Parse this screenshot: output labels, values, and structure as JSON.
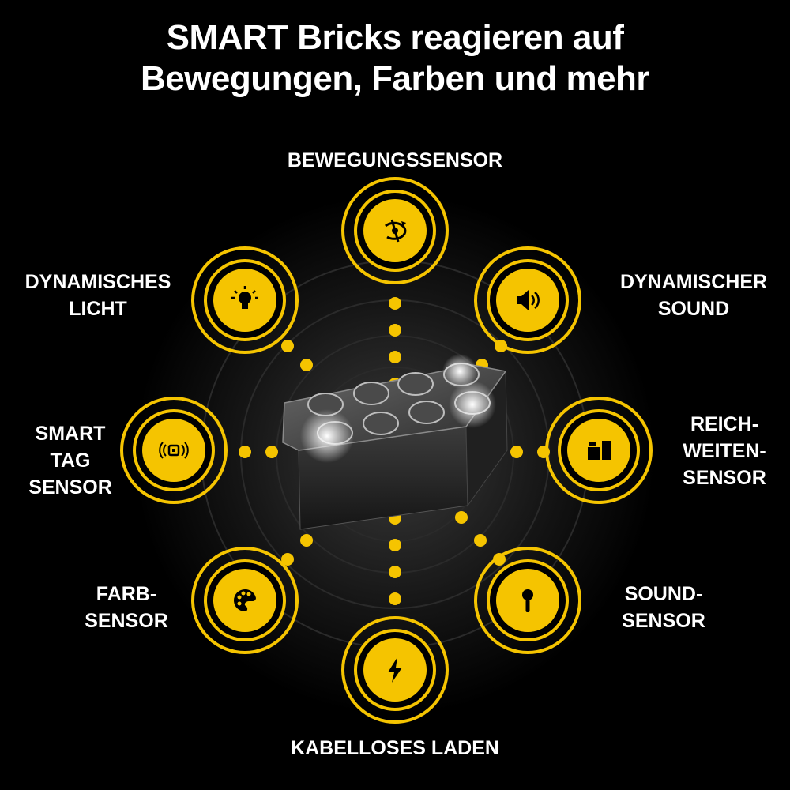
{
  "headline": {
    "line1": "SMART Bricks reagieren auf",
    "line2": "Bewegungen, Farben und mehr"
  },
  "colors": {
    "background": "#000000",
    "accent": "#f5c400",
    "text": "#ffffff"
  },
  "features": [
    {
      "id": "motion",
      "icon": "motion-sensor-icon",
      "lines": [
        "BEWEGUNGSSENSOR"
      ]
    },
    {
      "id": "sound",
      "icon": "speaker-icon",
      "lines": [
        "DYNAMISCHER",
        "SOUND"
      ]
    },
    {
      "id": "range",
      "icon": "range-sensor-icon",
      "lines": [
        "REICH-",
        "WEITEN-",
        "SENSOR"
      ]
    },
    {
      "id": "sound-sensor",
      "icon": "microphone-icon",
      "lines": [
        "SOUND-",
        "SENSOR"
      ]
    },
    {
      "id": "charging",
      "icon": "lightning-icon",
      "lines": [
        "KABELLOSES LADEN"
      ]
    },
    {
      "id": "color",
      "icon": "palette-icon",
      "lines": [
        "FARB-",
        "SENSOR"
      ]
    },
    {
      "id": "tag",
      "icon": "smart-tag-icon",
      "lines": [
        "SMART",
        "TAG",
        "SENSOR"
      ]
    },
    {
      "id": "light",
      "icon": "lightbulb-icon",
      "lines": [
        "DYNAMISCHES",
        "LICHT"
      ]
    }
  ]
}
